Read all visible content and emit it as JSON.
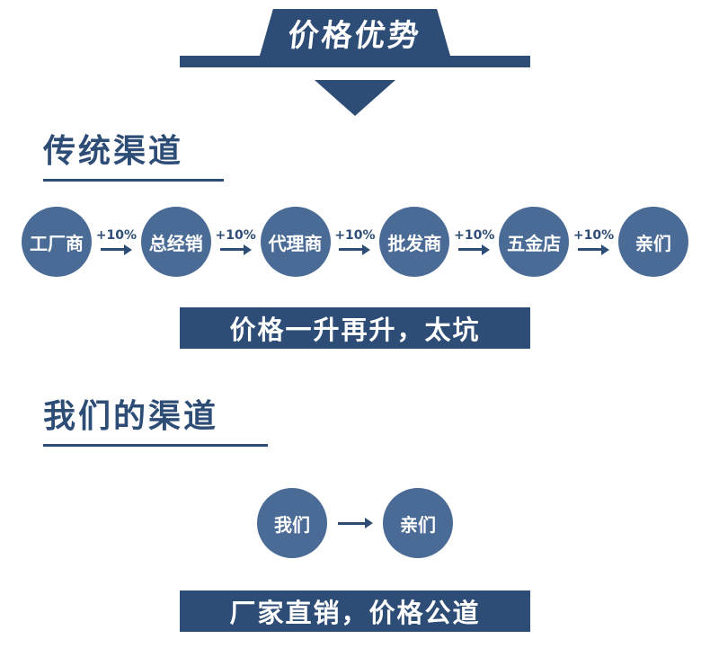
{
  "colors": {
    "navy": "#2e4d76",
    "circle_blue": "#4a6b96",
    "text_on_dark": "#ffffff",
    "background": "#ffffff"
  },
  "header": {
    "title": "价格优势"
  },
  "traditional": {
    "heading": "传统渠道",
    "nodes": [
      "工厂商",
      "总经销",
      "代理商",
      "批发商",
      "五金店",
      "亲们"
    ],
    "arrow_label": "+10%",
    "banner": "价格一升再升，太坑"
  },
  "ours": {
    "heading": "我们的渠道",
    "nodes": [
      "我们",
      "亲们"
    ],
    "banner": "厂家直销，价格公道"
  }
}
